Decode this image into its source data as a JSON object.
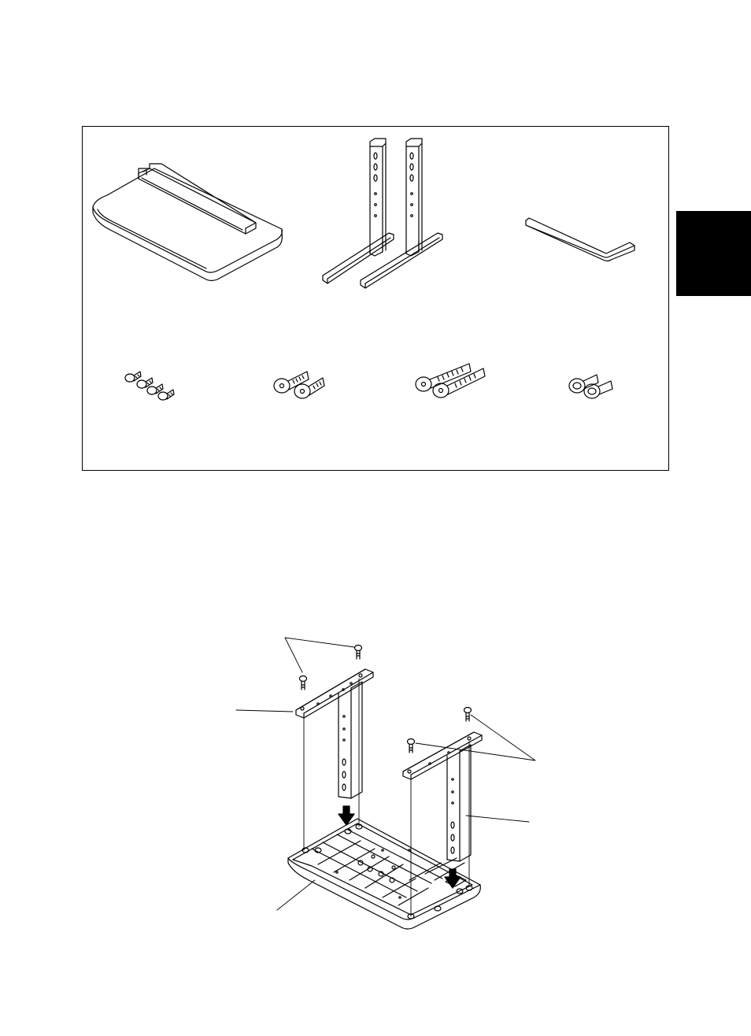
{
  "page": {
    "background": "#ffffff",
    "line_color": "#000000"
  },
  "parts_panel": {
    "items": [
      {
        "name": "stand-base-panel"
      },
      {
        "name": "stand-legs-pair"
      },
      {
        "name": "hex-wrench"
      },
      {
        "name": "screws-small-set",
        "count": 4
      },
      {
        "name": "screws-medium-pair",
        "count": 2
      },
      {
        "name": "screws-long-pair",
        "count": 2
      },
      {
        "name": "screws-washer-pair",
        "count": 2
      }
    ]
  },
  "section_tab": {
    "color": "#000000"
  },
  "assembly_diagram": {
    "callouts": [
      "screws-left",
      "bracket",
      "screws-right",
      "leg",
      "base"
    ],
    "arrows": 2
  }
}
